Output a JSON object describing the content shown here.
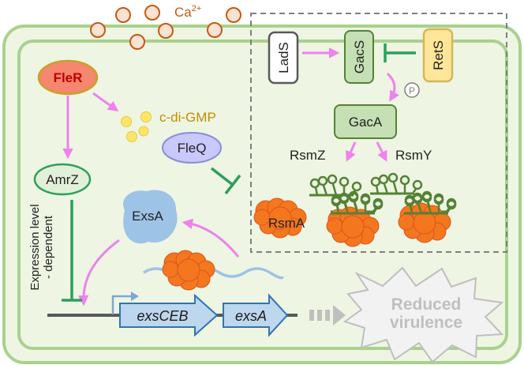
{
  "ion": {
    "label": "Ca",
    "charge": "2+"
  },
  "nodes": {
    "fler": "FleR",
    "cdigmp": "c-di-GMP",
    "fleq": "FleQ",
    "amrz": "AmrZ",
    "exsa_protein": "ExsA",
    "lads": "LadS",
    "gacs": "GacS",
    "rets": "RetS",
    "phospho": "P",
    "gaca": "GacA",
    "rsmz": "RsmZ",
    "rsmy": "RsmY",
    "rsma": "RsmA"
  },
  "expression_label": {
    "line1": "Expression level",
    "line2": "- dependent"
  },
  "genes": {
    "exsceb": "exsCEB",
    "exsa": "exsA"
  },
  "outcome": {
    "line1": "Reduced",
    "line2": "virulence"
  },
  "colors": {
    "cell_fill": "#eef5e3",
    "cell_stroke": "#a9d18e",
    "activation": "#ee82ee",
    "repression": "#2ca05a",
    "calcium_fill": "#fbe3d4",
    "calcium_stroke": "#c55a11",
    "fler_fill": "#f4876e",
    "fler_text": "#c00000",
    "cdigmp": "#ffe566",
    "cdigmp_text": "#bf9000",
    "fleq_fill": "#c9c9ff",
    "amrz_fill": "#e2f0d9",
    "gac_fill": "#c5e0b4",
    "rets_fill": "#ffe699",
    "rets_stroke": "#d6b656",
    "exsa_fill": "#9dc3e6",
    "rsma_fill": "#f4761f",
    "gene_fill": "#bdd7ee",
    "gene_stroke": "#2e75b6",
    "outcome_gray": "#bfbfbf"
  }
}
